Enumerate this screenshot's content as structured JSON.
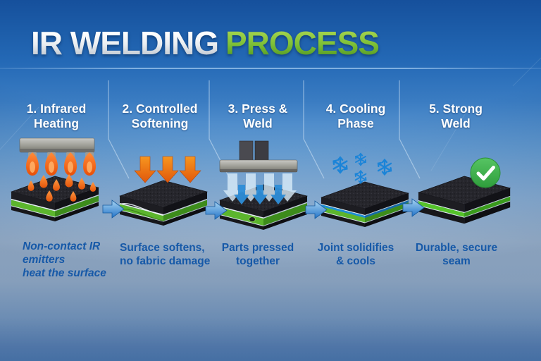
{
  "title": {
    "part1": "IR WELDING",
    "part2": "PROCESS"
  },
  "steps": [
    {
      "header": "1. Infrared\nHeating",
      "caption": "Non-contact IR\nemitters\nheat the surface",
      "icon": "ir-emitter-flames-icon"
    },
    {
      "header": "2. Controlled\nSoftening",
      "caption": "Surface softens,\nno fabric damage",
      "icon": "orange-down-arrows-icon"
    },
    {
      "header": "3. Press &\nWeld",
      "caption": "Parts pressed\ntogether",
      "icon": "press-tool-icon"
    },
    {
      "header": "4. Cooling\nPhase",
      "caption": "Joint solidifies\n& cools",
      "icon": "snowflakes-icon"
    },
    {
      "header": "5. Strong\nWeld",
      "caption": "Durable, secure\nseam",
      "icon": "green-checkmark-icon"
    }
  ],
  "colors": {
    "background_top": "#1b5aa6",
    "background_light": "#c2daf0",
    "background_bottom": "#6093cc",
    "title_white": "#ffffff",
    "title_green": "#76bd34",
    "header_text": "#ffffff",
    "caption_text": "#1659a8",
    "flame_orange": "#ee5f0d",
    "soften_arrow_orange": "#ef7c16",
    "press_arrow_blue": "#2e8ed8",
    "transition_arrow_blue": "#2b7cd0",
    "snowflake_blue": "#1b84d8",
    "check_green": "#3db14c",
    "foam_black": "#1d1d22",
    "weld_layer_green": "#54ab28"
  }
}
